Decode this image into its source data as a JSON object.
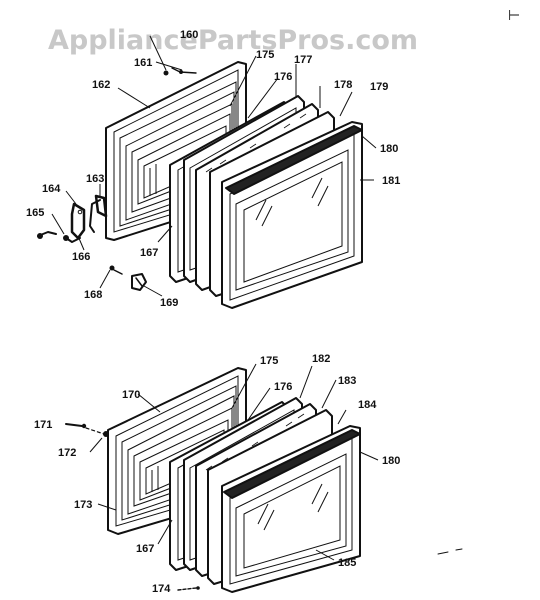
{
  "watermark": "AppliancePartsPros.com",
  "corner_mark": "⊢",
  "labels": {
    "l160": "160",
    "l161": "161",
    "l162": "162",
    "l163": "163",
    "l164": "164",
    "l165": "165",
    "l166": "166",
    "l167a": "167",
    "l168": "168",
    "l169": "169",
    "l175a": "175",
    "l176a": "176",
    "l177": "177",
    "l178": "178",
    "l179": "179",
    "l180a": "180",
    "l181": "181",
    "l170": "170",
    "l171": "171",
    "l172": "172",
    "l173": "173",
    "l167b": "167",
    "l175b": "175",
    "l176b": "176",
    "l182": "182",
    "l183": "183",
    "l184": "184",
    "l180b": "180",
    "l185": "185",
    "l174": "174"
  }
}
